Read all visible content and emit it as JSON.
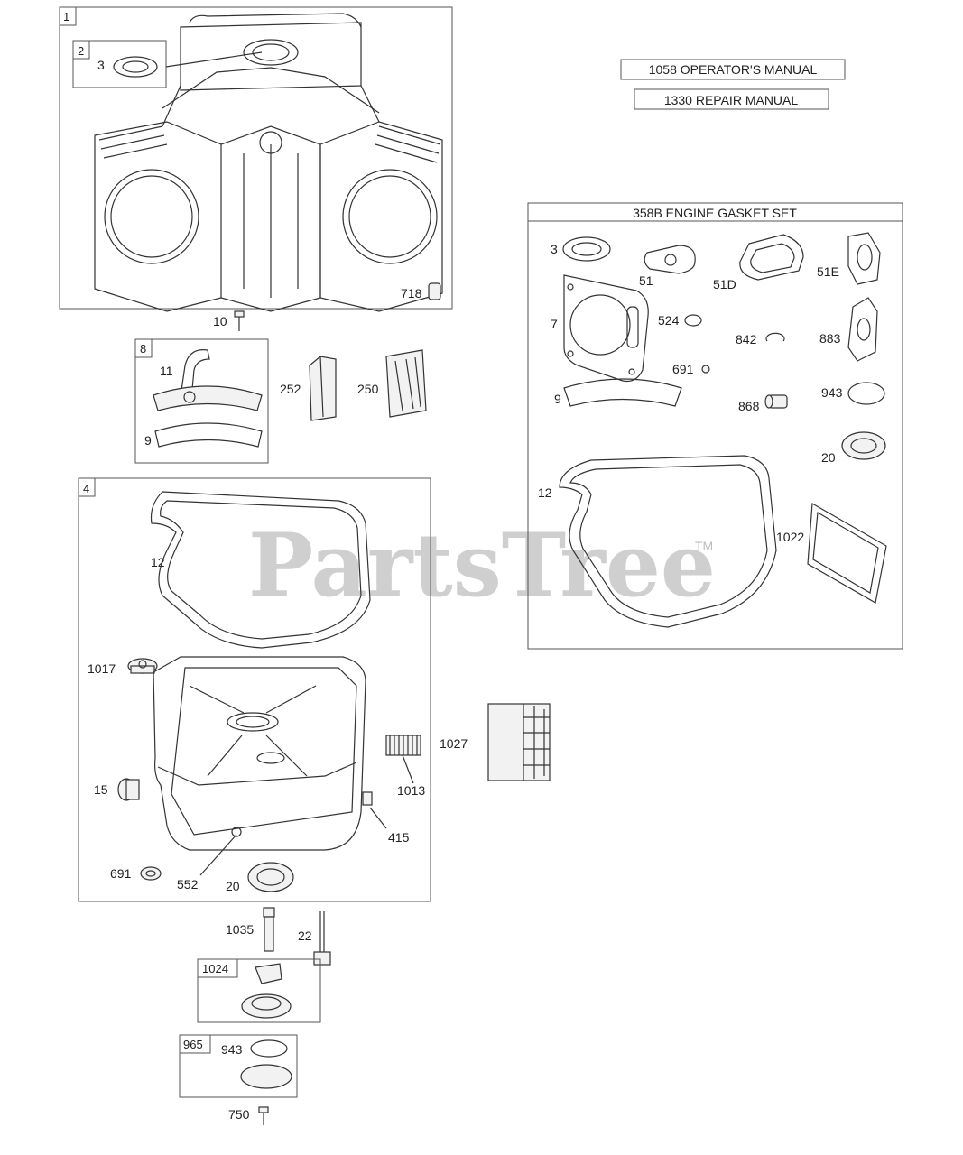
{
  "watermark": {
    "text": "PartsTree",
    "trademark": "TM"
  },
  "manuals": {
    "operators": "1058 OPERATOR'S MANUAL",
    "repair": "1330 REPAIR MANUAL"
  },
  "gasket_set": {
    "title": "358B ENGINE GASKET SET",
    "labels": {
      "p3": "3",
      "p51": "51",
      "p51d": "51D",
      "p51e": "51E",
      "p7": "7",
      "p524": "524",
      "p842": "842",
      "p883": "883",
      "p691": "691",
      "p9": "9",
      "p868": "868",
      "p943": "943",
      "p20": "20",
      "p12": "12",
      "p1022": "1022"
    }
  },
  "box1": {
    "num": "1",
    "sub_num": "2",
    "sub_label": "3",
    "label718": "718"
  },
  "label10": "10",
  "box8": {
    "num": "8",
    "label11": "11",
    "label9": "9"
  },
  "label252": "252",
  "label250": "250",
  "box4": {
    "num": "4",
    "label12": "12",
    "label1017": "1017",
    "label1027": "1027",
    "label15": "15",
    "label1013": "1013",
    "label415": "415",
    "label691": "691",
    "label552": "552",
    "label20": "20"
  },
  "label1035": "1035",
  "label22": "22",
  "box1024": {
    "num": "1024"
  },
  "box965": {
    "num": "965",
    "label943": "943"
  },
  "label750": "750"
}
